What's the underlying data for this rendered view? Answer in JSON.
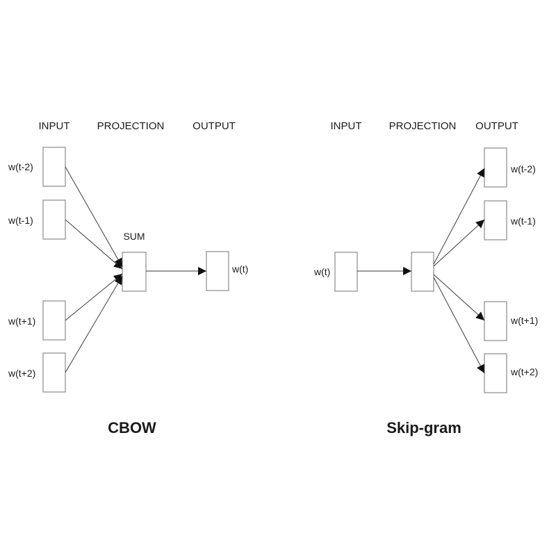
{
  "cbow": {
    "title": "CBOW",
    "headers": {
      "input": "INPUT",
      "projection": "PROJECTION",
      "output": "OUTPUT"
    },
    "projection_label": "SUM",
    "inputs": [
      "w(t-2)",
      "w(t-1)",
      "w(t+1)",
      "w(t+2)"
    ],
    "output": "w(t)"
  },
  "skipgram": {
    "title": "Skip-gram",
    "headers": {
      "input": "INPUT",
      "projection": "PROJECTION",
      "output": "OUTPUT"
    },
    "input": "w(t)",
    "outputs": [
      "w(t-2)",
      "w(t-1)",
      "w(t+1)",
      "w(t+2)"
    ]
  }
}
